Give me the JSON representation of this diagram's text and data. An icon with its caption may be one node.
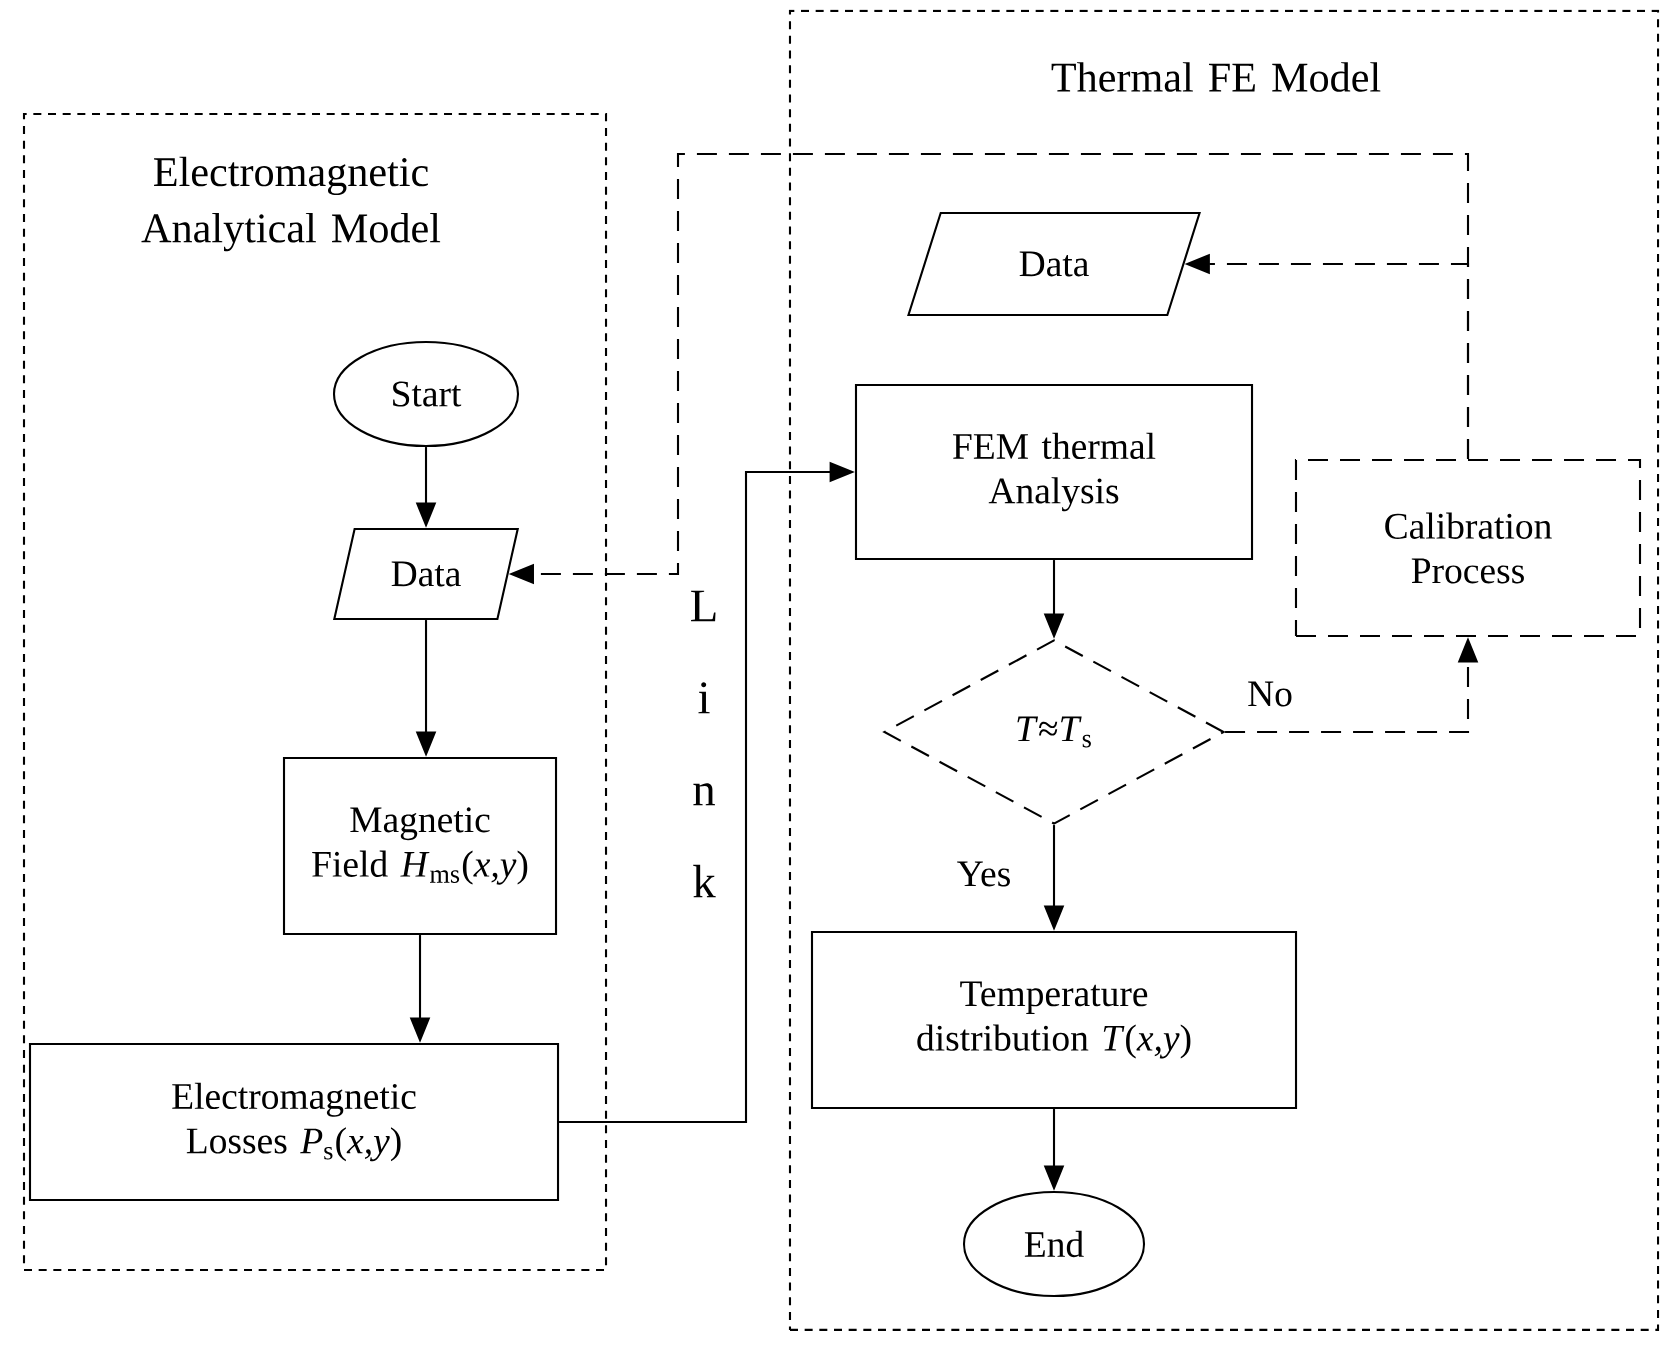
{
  "diagram": {
    "nodes": [
      {
        "text": [
          "Electromagnetic Analytical Model"
        ]
      },
      {
        "text": [
          "Start"
        ],
        "in": 0
      },
      {
        "text": [
          "Data"
        ],
        "in": 0
      },
      {
        "text": [
          "Magnetic Field *H*$_{ms}$(*x,y*)"
        ],
        "in": 0
      },
      {
        "text": [
          "Electromagnetic Losses *P*$_{s}$(*x,y*)"
        ],
        "in": 0
      },
      {
        "text": [
          "Thermal FE Model"
        ]
      },
      {
        "text": [
          "Data"
        ],
        "in": 5
      },
      {
        "text": [
          "FEM thermal Analysis"
        ],
        "in": 5
      },
      {
        "text": [
          "Calibration Process"
        ],
        "in": 5
      },
      {
        "text": [
          "*T*≈*T*$_{s}$"
        ],
        "in": 5
      },
      {
        "text": [
          "Temperature distribution *T*(*x,y*)"
        ],
        "in": 5
      },
      {
        "text": [
          "End"
        ],
        "in": 5
      }
    ],
    "edges": [
      {
        "from": 1,
        "to": 2,
        "arrow": "to"
      },
      {
        "from": 2,
        "to": 3,
        "arrow": "to"
      },
      {
        "from": 3,
        "to": 4,
        "arrow": "to"
      },
      {
        "from": 4,
        "to": 7,
        "arrow": "to",
        "label": "Link"
      },
      {
        "from": 7,
        "to": 9,
        "arrow": "to"
      },
      {
        "from": 9,
        "to": 10,
        "arrow": "to",
        "label": "Yes"
      },
      {
        "from": 10,
        "to": 11,
        "arrow": "to"
      },
      {
        "from": 9,
        "to": 8,
        "arrow": "to",
        "label": "No",
        "style": "dashed"
      },
      {
        "from": 8,
        "to": 6,
        "arrow": "to",
        "style": "dashed"
      },
      {
        "from": 8,
        "to": 2,
        "arrow": "to",
        "style": "dashed"
      }
    ]
  }
}
